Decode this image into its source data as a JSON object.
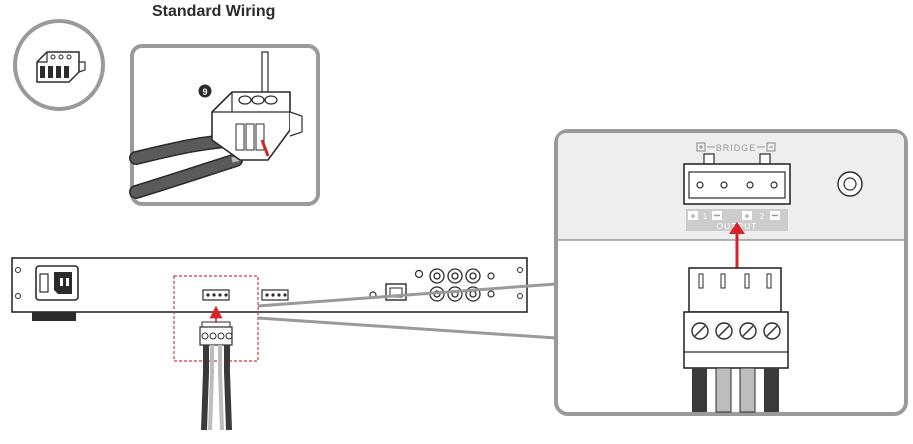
{
  "heading": "Standard Wiring",
  "callout_number": "9",
  "panel_labels": {
    "bridge": "BRIDGE",
    "output": "OUTPUT",
    "ch1": "1",
    "ch2": "2"
  },
  "colors": {
    "outline": "#2b2b2b",
    "panel_gray": "#eeeeee",
    "frame_gray": "#9a9a9a",
    "arrow_red": "#d8222a",
    "dashed_red": "#d23a3a",
    "wire_dark": "#3a3a3a",
    "wire_light": "#bdbdbd"
  },
  "icons": [
    "connector-icon",
    "power-inlet-icon",
    "ethernet-port-icon",
    "rca-jack-icon",
    "binding-post-icon"
  ]
}
